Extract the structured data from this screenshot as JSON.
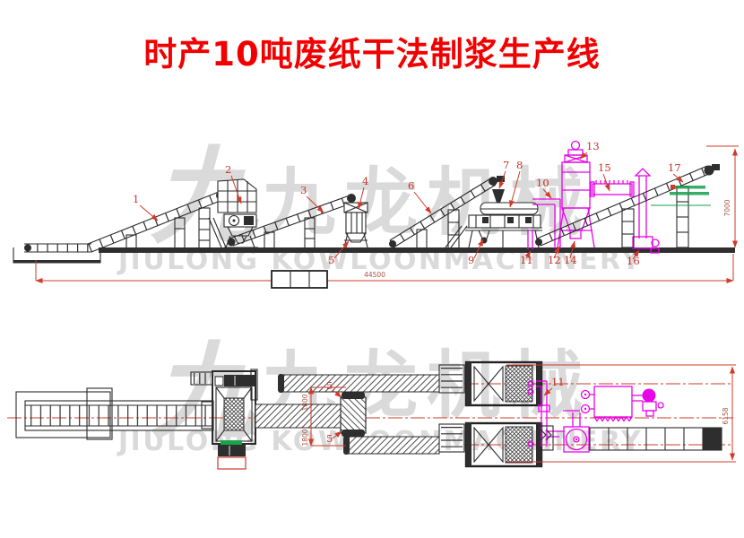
{
  "title": "时产10吨废纸干法制浆生产线",
  "watermark": {
    "logo_glyph": "九",
    "cn": "九龙机械",
    "en": "JIULONG KOWLOONMACHINERY"
  },
  "colors": {
    "title_red": "#f20000",
    "drawing_line": "#2b2b2b",
    "dimension_red": "#cf3a2a",
    "equipment_magenta": "#e705e7",
    "accent_green": "#14a04c",
    "watermark_grey": "#dadada"
  },
  "side_view": {
    "part_labels": [
      "1",
      "2",
      "3",
      "4",
      "5",
      "6",
      "7",
      "8",
      "9",
      "10",
      "11",
      "12",
      "13",
      "14",
      "15",
      "16",
      "17"
    ],
    "dim_total_length": "44500",
    "dim_height": "7000"
  },
  "plan_view": {
    "part_labels": [
      "5",
      "5",
      "11"
    ],
    "dim_offset_top": "1800",
    "dim_offset_bottom": "1800",
    "dim_width": "6158"
  }
}
